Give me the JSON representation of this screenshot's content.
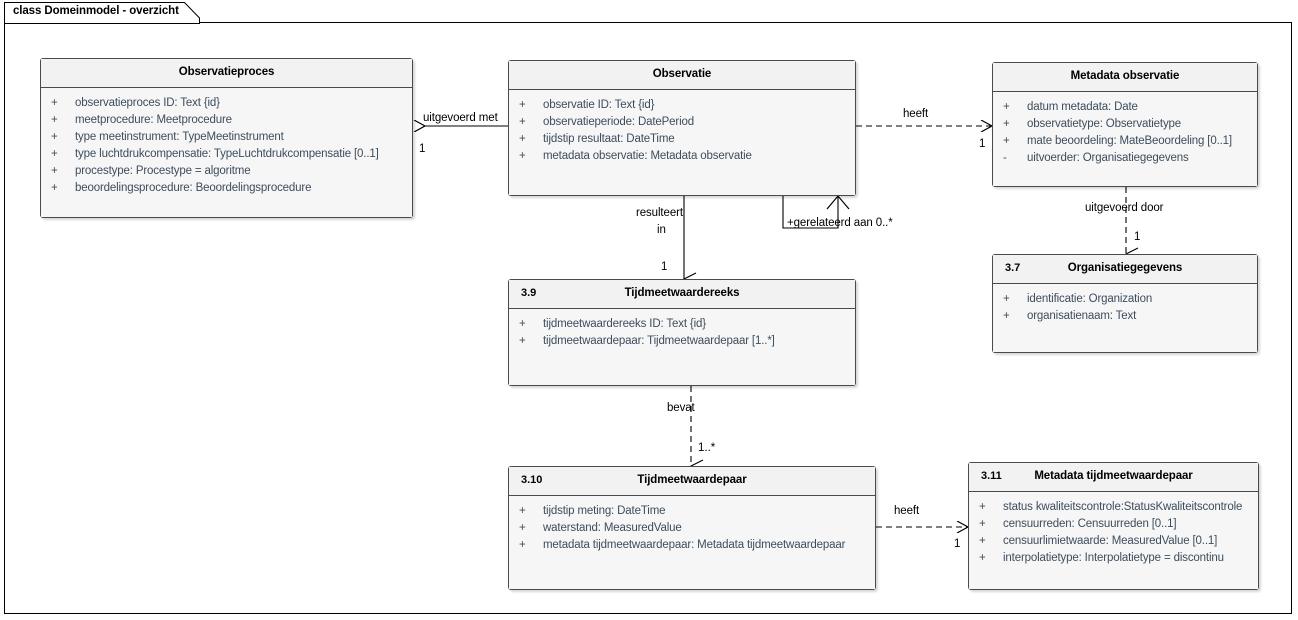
{
  "diagram": {
    "frame_label": "class Domeinmodel - overzicht",
    "type": "uml-class-diagram"
  },
  "classes": [
    {
      "id": "observatieproces",
      "number": "",
      "title": "Observatieproces",
      "attributes": [
        {
          "visibility": "+",
          "text": "observatieproces ID: Text {id}"
        },
        {
          "visibility": "+",
          "text": "meetprocedure: Meetprocedure"
        },
        {
          "visibility": "+",
          "text": "type meetinstrument: TypeMeetinstrument"
        },
        {
          "visibility": "+",
          "text": "type luchtdrukcompensatie: TypeLuchtdrukcompensatie [0..1]"
        },
        {
          "visibility": "+",
          "text": "procestype: Procestype = algoritme"
        },
        {
          "visibility": "+",
          "text": "beoordelingsprocedure: Beoordelingsprocedure"
        }
      ]
    },
    {
      "id": "observatie",
      "number": "",
      "title": "Observatie",
      "attributes": [
        {
          "visibility": "+",
          "text": "observatie ID: Text {id}"
        },
        {
          "visibility": "+",
          "text": "observatieperiode: DatePeriod"
        },
        {
          "visibility": "+",
          "text": "tijdstip resultaat: DateTime"
        },
        {
          "visibility": "+",
          "text": "metadata observatie: Metadata observatie"
        }
      ]
    },
    {
      "id": "metadata-observatie",
      "number": "",
      "title": "Metadata observatie",
      "attributes": [
        {
          "visibility": "+",
          "text": "datum metadata: Date"
        },
        {
          "visibility": "+",
          "text": "observatietype: Observatietype"
        },
        {
          "visibility": "+",
          "text": "mate beoordeling: MateBeoordeling [0..1]"
        },
        {
          "visibility": "-",
          "text": "uitvoerder: Organisatiegegevens"
        }
      ]
    },
    {
      "id": "organisatiegegevens",
      "number": "3.7",
      "title": "Organisatiegegevens",
      "attributes": [
        {
          "visibility": "+",
          "text": "identificatie: Organization"
        },
        {
          "visibility": "+",
          "text": "organisatienaam: Text"
        }
      ]
    },
    {
      "id": "tijdmeetwaardereeks",
      "number": "3.9",
      "title": "Tijdmeetwaardereeks",
      "attributes": [
        {
          "visibility": "+",
          "text": "tijdmeetwaardereeks ID: Text {id}"
        },
        {
          "visibility": "+",
          "text": "tijdmeetwaardepaar: Tijdmeetwaardepaar [1..*]"
        }
      ]
    },
    {
      "id": "tijdmeetwaardepaar",
      "number": "3.10",
      "title": "Tijdmeetwaardepaar",
      "attributes": [
        {
          "visibility": "+",
          "text": "tijdstip meting: DateTime"
        },
        {
          "visibility": "+",
          "text": "waterstand: MeasuredValue"
        },
        {
          "visibility": "+",
          "text": "metadata tijdmeetwaardepaar: Metadata tijdmeetwaardepaar"
        }
      ]
    },
    {
      "id": "metadata-tijdmeetwaardepaar",
      "number": "3.11",
      "title": "Metadata tijdmeetwaardepaar",
      "attributes": [
        {
          "visibility": "+",
          "text": "status kwaliteitscontrole:StatusKwaliteitscontrole"
        },
        {
          "visibility": "+",
          "text": "censuurreden: Censuurreden [0..1]"
        },
        {
          "visibility": "+",
          "text": "censuurlimietwaarde: MeasuredValue [0..1]"
        },
        {
          "visibility": "+",
          "text": "interpolatietype: Interpolatietype = discontinu"
        }
      ]
    }
  ],
  "relations": [
    {
      "id": "uitgevoerd-met",
      "label": "uitgevoerd met",
      "multiplicity": "1",
      "style": "solid",
      "from": "observatie",
      "to": "observatieproces"
    },
    {
      "id": "heeft-metadata-observatie",
      "label": "heeft",
      "multiplicity": "1",
      "style": "dashed",
      "from": "observatie",
      "to": "metadata-observatie"
    },
    {
      "id": "gerelateerd-aan",
      "label": "+gerelateerd aan 0..*",
      "multiplicity": "",
      "style": "solid",
      "from": "observatie",
      "to": "observatie"
    },
    {
      "id": "resulteert-in",
      "label_line1": "resulteert",
      "label_line2": "in",
      "multiplicity": "1",
      "style": "solid",
      "from": "observatie",
      "to": "tijdmeetwaardereeks"
    },
    {
      "id": "uitgevoerd-door",
      "label": "uitgevoerd door",
      "multiplicity": "1",
      "style": "dashed",
      "from": "metadata-observatie",
      "to": "organisatiegegevens"
    },
    {
      "id": "bevat",
      "label": "bevat",
      "multiplicity": "1..*",
      "style": "dashed",
      "from": "tijdmeetwaardereeks",
      "to": "tijdmeetwaardepaar"
    },
    {
      "id": "heeft-metadata-tijdmeetwaardepaar",
      "label": "heeft",
      "multiplicity": "1",
      "style": "dashed",
      "from": "tijdmeetwaardepaar",
      "to": "metadata-tijdmeetwaardepaar"
    }
  ],
  "colors": {
    "box_header": "#F2F2F2",
    "box_body": "#F6F6F6",
    "box_border": "#4A4A4A",
    "attribute_text": "#3D4D5D",
    "frame_border": "#000000",
    "line": "#000000"
  }
}
